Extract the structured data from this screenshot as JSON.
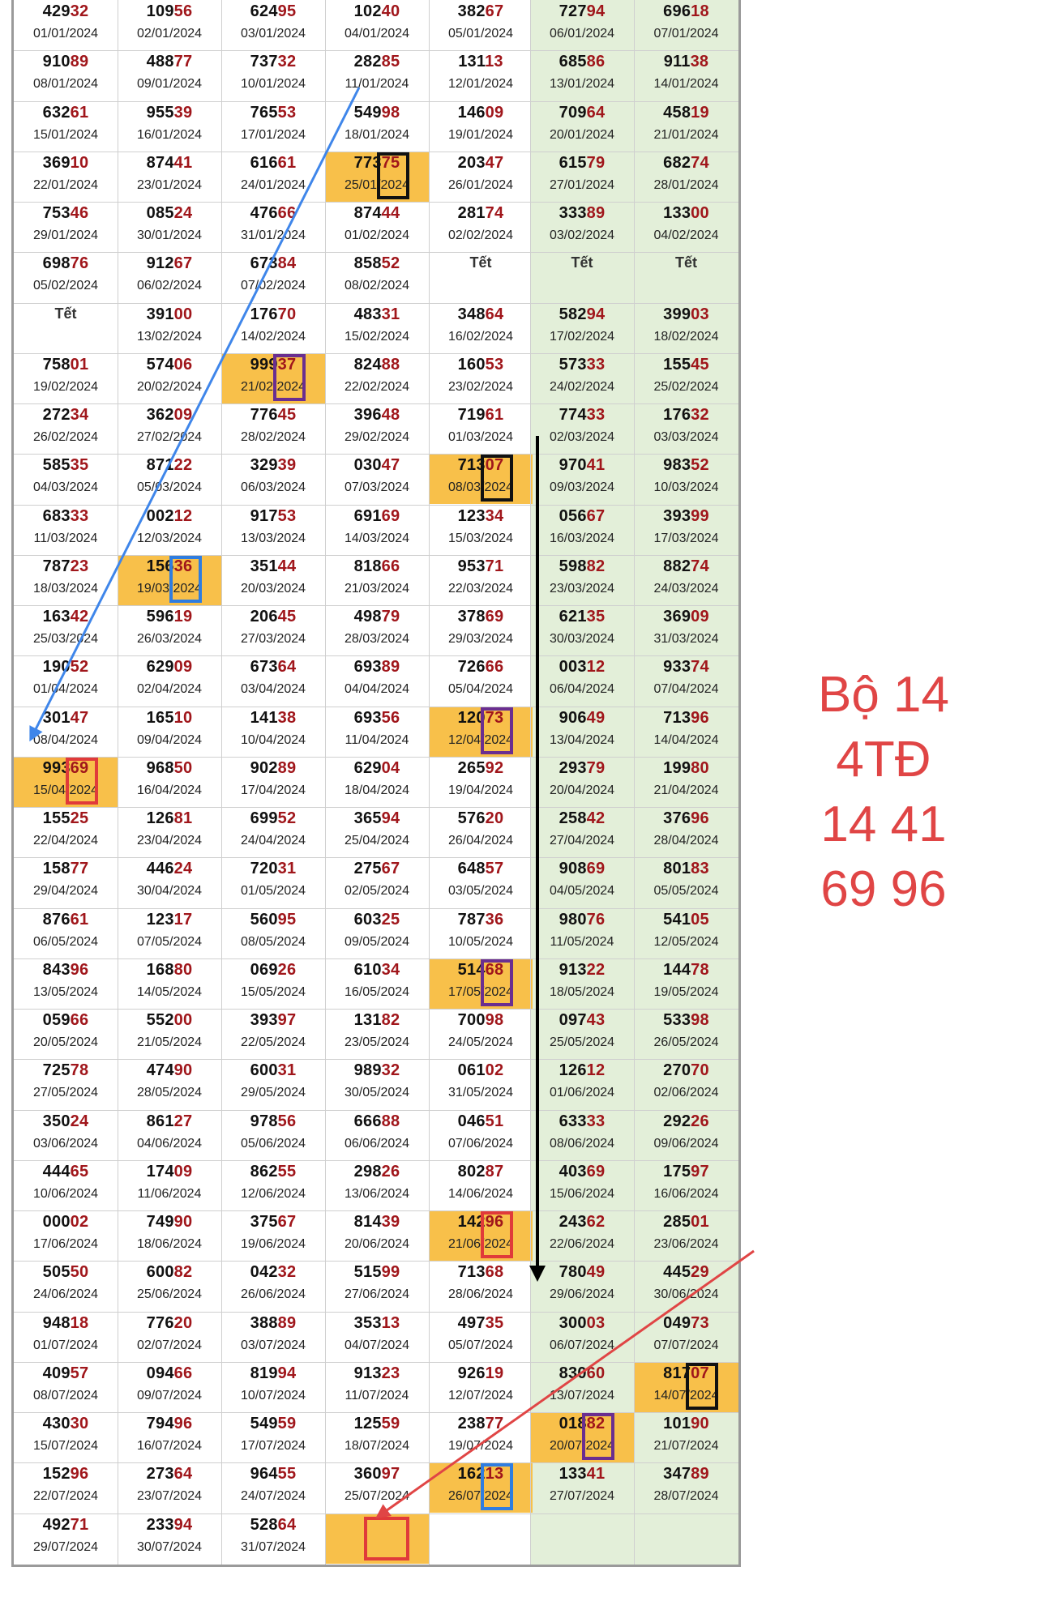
{
  "columns": 7,
  "colors": {
    "highlight": "#f8c04a",
    "weekend": "#e3efd9",
    "digits_tail": "#a0161b",
    "box_black": "#111111",
    "box_purple": "#6a2e90",
    "box_blue": "#2f7de0",
    "box_red": "#e03a3a",
    "arrow_blue": "#3f86ea",
    "arrow_black": "#000000",
    "arrow_red": "#e04545",
    "note": "#e04545"
  },
  "cells": [
    [
      "42932",
      "01/01/2024"
    ],
    [
      "10956",
      "02/01/2024"
    ],
    [
      "62495",
      "03/01/2024"
    ],
    [
      "10240",
      "04/01/2024"
    ],
    [
      "38267",
      "05/01/2024"
    ],
    [
      "72794",
      "06/01/2024"
    ],
    [
      "69618",
      "07/01/2024"
    ],
    [
      "91089",
      "08/01/2024"
    ],
    [
      "48877",
      "09/01/2024"
    ],
    [
      "73732",
      "10/01/2024"
    ],
    [
      "28285",
      "11/01/2024"
    ],
    [
      "13113",
      "12/01/2024"
    ],
    [
      "68586",
      "13/01/2024"
    ],
    [
      "91138",
      "14/01/2024"
    ],
    [
      "63261",
      "15/01/2024"
    ],
    [
      "95539",
      "16/01/2024"
    ],
    [
      "76553",
      "17/01/2024"
    ],
    [
      "54998",
      "18/01/2024"
    ],
    [
      "14609",
      "19/01/2024"
    ],
    [
      "70964",
      "20/01/2024"
    ],
    [
      "45819",
      "21/01/2024"
    ],
    [
      "36910",
      "22/01/2024"
    ],
    [
      "87441",
      "23/01/2024"
    ],
    [
      "61661",
      "24/01/2024"
    ],
    [
      "77375",
      "25/01/2024"
    ],
    [
      "20347",
      "26/01/2024"
    ],
    [
      "61579",
      "27/01/2024"
    ],
    [
      "68274",
      "28/01/2024"
    ],
    [
      "75346",
      "29/01/2024"
    ],
    [
      "08524",
      "30/01/2024"
    ],
    [
      "47666",
      "31/01/2024"
    ],
    [
      "87444",
      "01/02/2024"
    ],
    [
      "28174",
      "02/02/2024"
    ],
    [
      "33389",
      "03/02/2024"
    ],
    [
      "13300",
      "04/02/2024"
    ],
    [
      "69876",
      "05/02/2024"
    ],
    [
      "91267",
      "06/02/2024"
    ],
    [
      "67384",
      "07/02/2024"
    ],
    [
      "85852",
      "08/02/2024"
    ],
    [
      "Tết",
      ""
    ],
    [
      "Tết",
      ""
    ],
    [
      "Tết",
      ""
    ],
    [
      "Tết",
      ""
    ],
    [
      "39100",
      "13/02/2024"
    ],
    [
      "17670",
      "14/02/2024"
    ],
    [
      "48331",
      "15/02/2024"
    ],
    [
      "34864",
      "16/02/2024"
    ],
    [
      "58294",
      "17/02/2024"
    ],
    [
      "39903",
      "18/02/2024"
    ],
    [
      "75801",
      "19/02/2024"
    ],
    [
      "57406",
      "20/02/2024"
    ],
    [
      "99937",
      "21/02/2024"
    ],
    [
      "82488",
      "22/02/2024"
    ],
    [
      "16053",
      "23/02/2024"
    ],
    [
      "57333",
      "24/02/2024"
    ],
    [
      "15545",
      "25/02/2024"
    ],
    [
      "27234",
      "26/02/2024"
    ],
    [
      "36209",
      "27/02/2024"
    ],
    [
      "77645",
      "28/02/2024"
    ],
    [
      "39648",
      "29/02/2024"
    ],
    [
      "71961",
      "01/03/2024"
    ],
    [
      "77433",
      "02/03/2024"
    ],
    [
      "17632",
      "03/03/2024"
    ],
    [
      "58535",
      "04/03/2024"
    ],
    [
      "87122",
      "05/03/2024"
    ],
    [
      "32939",
      "06/03/2024"
    ],
    [
      "03047",
      "07/03/2024"
    ],
    [
      "71307",
      "08/03/2024"
    ],
    [
      "97041",
      "09/03/2024"
    ],
    [
      "98352",
      "10/03/2024"
    ],
    [
      "68333",
      "11/03/2024"
    ],
    [
      "00212",
      "12/03/2024"
    ],
    [
      "91753",
      "13/03/2024"
    ],
    [
      "69169",
      "14/03/2024"
    ],
    [
      "12334",
      "15/03/2024"
    ],
    [
      "05667",
      "16/03/2024"
    ],
    [
      "39399",
      "17/03/2024"
    ],
    [
      "78723",
      "18/03/2024"
    ],
    [
      "15636",
      "19/03/2024"
    ],
    [
      "35144",
      "20/03/2024"
    ],
    [
      "81866",
      "21/03/2024"
    ],
    [
      "95371",
      "22/03/2024"
    ],
    [
      "59882",
      "23/03/2024"
    ],
    [
      "88274",
      "24/03/2024"
    ],
    [
      "16342",
      "25/03/2024"
    ],
    [
      "59619",
      "26/03/2024"
    ],
    [
      "20645",
      "27/03/2024"
    ],
    [
      "49879",
      "28/03/2024"
    ],
    [
      "37869",
      "29/03/2024"
    ],
    [
      "62135",
      "30/03/2024"
    ],
    [
      "36909",
      "31/03/2024"
    ],
    [
      "19052",
      "01/04/2024"
    ],
    [
      "62909",
      "02/04/2024"
    ],
    [
      "67364",
      "03/04/2024"
    ],
    [
      "69389",
      "04/04/2024"
    ],
    [
      "72666",
      "05/04/2024"
    ],
    [
      "00312",
      "06/04/2024"
    ],
    [
      "93374",
      "07/04/2024"
    ],
    [
      "30147",
      "08/04/2024"
    ],
    [
      "16510",
      "09/04/2024"
    ],
    [
      "14138",
      "10/04/2024"
    ],
    [
      "69356",
      "11/04/2024"
    ],
    [
      "12073",
      "12/04/2024"
    ],
    [
      "90649",
      "13/04/2024"
    ],
    [
      "71396",
      "14/04/2024"
    ],
    [
      "99369",
      "15/04/2024"
    ],
    [
      "96850",
      "16/04/2024"
    ],
    [
      "90289",
      "17/04/2024"
    ],
    [
      "62904",
      "18/04/2024"
    ],
    [
      "26592",
      "19/04/2024"
    ],
    [
      "29379",
      "20/04/2024"
    ],
    [
      "19980",
      "21/04/2024"
    ],
    [
      "15525",
      "22/04/2024"
    ],
    [
      "12681",
      "23/04/2024"
    ],
    [
      "69952",
      "24/04/2024"
    ],
    [
      "36594",
      "25/04/2024"
    ],
    [
      "57620",
      "26/04/2024"
    ],
    [
      "25842",
      "27/04/2024"
    ],
    [
      "37696",
      "28/04/2024"
    ],
    [
      "15877",
      "29/04/2024"
    ],
    [
      "44624",
      "30/04/2024"
    ],
    [
      "72031",
      "01/05/2024"
    ],
    [
      "27567",
      "02/05/2024"
    ],
    [
      "64857",
      "03/05/2024"
    ],
    [
      "90869",
      "04/05/2024"
    ],
    [
      "80183",
      "05/05/2024"
    ],
    [
      "87661",
      "06/05/2024"
    ],
    [
      "12317",
      "07/05/2024"
    ],
    [
      "56095",
      "08/05/2024"
    ],
    [
      "60325",
      "09/05/2024"
    ],
    [
      "78736",
      "10/05/2024"
    ],
    [
      "98076",
      "11/05/2024"
    ],
    [
      "54105",
      "12/05/2024"
    ],
    [
      "84396",
      "13/05/2024"
    ],
    [
      "16880",
      "14/05/2024"
    ],
    [
      "06926",
      "15/05/2024"
    ],
    [
      "61034",
      "16/05/2024"
    ],
    [
      "51468",
      "17/05/2024"
    ],
    [
      "91322",
      "18/05/2024"
    ],
    [
      "14478",
      "19/05/2024"
    ],
    [
      "05966",
      "20/05/2024"
    ],
    [
      "55200",
      "21/05/2024"
    ],
    [
      "39397",
      "22/05/2024"
    ],
    [
      "13182",
      "23/05/2024"
    ],
    [
      "70098",
      "24/05/2024"
    ],
    [
      "09743",
      "25/05/2024"
    ],
    [
      "53398",
      "26/05/2024"
    ],
    [
      "72578",
      "27/05/2024"
    ],
    [
      "47490",
      "28/05/2024"
    ],
    [
      "60031",
      "29/05/2024"
    ],
    [
      "98932",
      "30/05/2024"
    ],
    [
      "06102",
      "31/05/2024"
    ],
    [
      "12612",
      "01/06/2024"
    ],
    [
      "27070",
      "02/06/2024"
    ],
    [
      "35024",
      "03/06/2024"
    ],
    [
      "86127",
      "04/06/2024"
    ],
    [
      "97856",
      "05/06/2024"
    ],
    [
      "66688",
      "06/06/2024"
    ],
    [
      "04651",
      "07/06/2024"
    ],
    [
      "63333",
      "08/06/2024"
    ],
    [
      "29226",
      "09/06/2024"
    ],
    [
      "44465",
      "10/06/2024"
    ],
    [
      "17409",
      "11/06/2024"
    ],
    [
      "86255",
      "12/06/2024"
    ],
    [
      "29826",
      "13/06/2024"
    ],
    [
      "80287",
      "14/06/2024"
    ],
    [
      "40369",
      "15/06/2024"
    ],
    [
      "17597",
      "16/06/2024"
    ],
    [
      "00002",
      "17/06/2024"
    ],
    [
      "74990",
      "18/06/2024"
    ],
    [
      "37567",
      "19/06/2024"
    ],
    [
      "81439",
      "20/06/2024"
    ],
    [
      "14296",
      "21/06/2024"
    ],
    [
      "24362",
      "22/06/2024"
    ],
    [
      "28501",
      "23/06/2024"
    ],
    [
      "50550",
      "24/06/2024"
    ],
    [
      "60082",
      "25/06/2024"
    ],
    [
      "04232",
      "26/06/2024"
    ],
    [
      "51599",
      "27/06/2024"
    ],
    [
      "71368",
      "28/06/2024"
    ],
    [
      "78049",
      "29/06/2024"
    ],
    [
      "44529",
      "30/06/2024"
    ],
    [
      "94818",
      "01/07/2024"
    ],
    [
      "77620",
      "02/07/2024"
    ],
    [
      "38889",
      "03/07/2024"
    ],
    [
      "35313",
      "04/07/2024"
    ],
    [
      "49735",
      "05/07/2024"
    ],
    [
      "30003",
      "06/07/2024"
    ],
    [
      "04973",
      "07/07/2024"
    ],
    [
      "40957",
      "08/07/2024"
    ],
    [
      "09466",
      "09/07/2024"
    ],
    [
      "81994",
      "10/07/2024"
    ],
    [
      "91323",
      "11/07/2024"
    ],
    [
      "92619",
      "12/07/2024"
    ],
    [
      "83060",
      "13/07/2024"
    ],
    [
      "81707",
      "14/07/2024"
    ],
    [
      "43030",
      "15/07/2024"
    ],
    [
      "79496",
      "16/07/2024"
    ],
    [
      "54959",
      "17/07/2024"
    ],
    [
      "12559",
      "18/07/2024"
    ],
    [
      "23877",
      "19/07/2024"
    ],
    [
      "01882",
      "20/07/2024"
    ],
    [
      "10190",
      "21/07/2024"
    ],
    [
      "15296",
      "22/07/2024"
    ],
    [
      "27364",
      "23/07/2024"
    ],
    [
      "96455",
      "24/07/2024"
    ],
    [
      "36097",
      "25/07/2024"
    ],
    [
      "16213",
      "26/07/2024"
    ],
    [
      "13341",
      "27/07/2024"
    ],
    [
      "34789",
      "28/07/2024"
    ],
    [
      "49271",
      "29/07/2024"
    ],
    [
      "23394",
      "30/07/2024"
    ],
    [
      "52864",
      "31/07/2024"
    ],
    [
      "",
      ""
    ],
    [
      "",
      ""
    ],
    [
      "",
      ""
    ],
    [
      "",
      ""
    ]
  ],
  "highlights": [
    {
      "row": 3,
      "col": 3,
      "box": "black"
    },
    {
      "row": 7,
      "col": 2,
      "box": "purple"
    },
    {
      "row": 9,
      "col": 4,
      "box": "black"
    },
    {
      "row": 11,
      "col": 1,
      "box": "blue"
    },
    {
      "row": 14,
      "col": 4,
      "box": "purple"
    },
    {
      "row": 15,
      "col": 0,
      "box": "red"
    },
    {
      "row": 19,
      "col": 4,
      "box": "purple"
    },
    {
      "row": 24,
      "col": 4,
      "box": "red"
    },
    {
      "row": 27,
      "col": 6,
      "box": "black"
    },
    {
      "row": 28,
      "col": 5,
      "box": "purple"
    },
    {
      "row": 29,
      "col": 4,
      "box": "blue"
    },
    {
      "row": 30,
      "col": 3,
      "box": "red"
    }
  ],
  "note": {
    "line1": "Bộ 14",
    "line2": "4TĐ",
    "line3": "14 41",
    "line4": "69 96"
  }
}
